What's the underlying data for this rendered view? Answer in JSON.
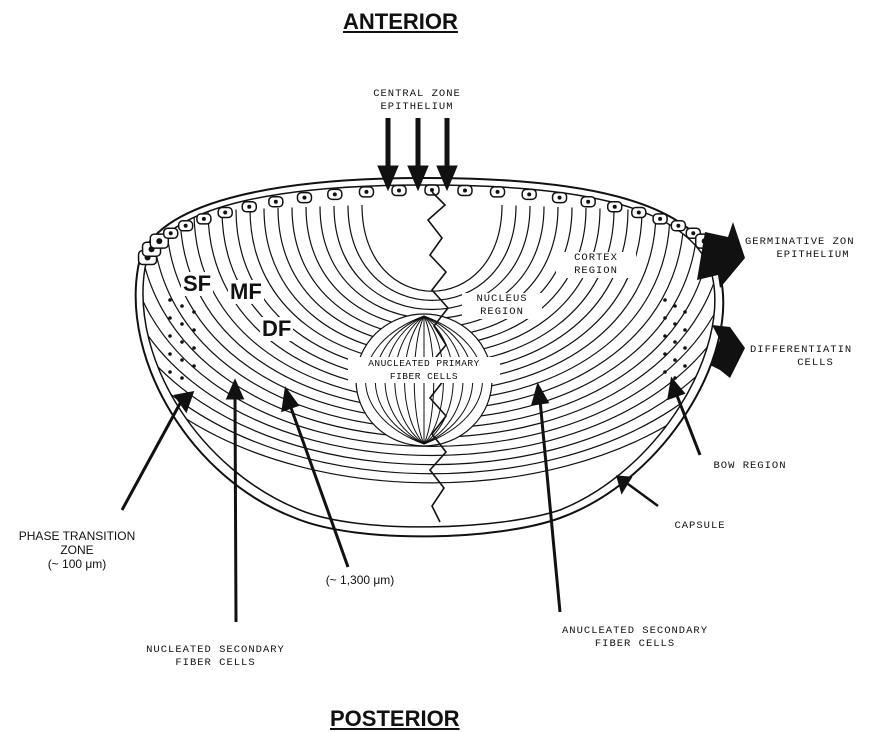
{
  "headings": {
    "top": "ANTERIOR",
    "bottom": "POSTERIOR"
  },
  "regions": {
    "sf": "SF",
    "mf": "MF",
    "df": "DF"
  },
  "labels": {
    "central_zone": [
      "CENTRAL ZONE",
      "EPITHELIUM"
    ],
    "germinative": [
      "GERMINATIVE ZON",
      "EPITHELIUM"
    ],
    "cortex": [
      "CORTEX",
      "REGION"
    ],
    "nucleus": [
      "NUCLEUS",
      "REGION"
    ],
    "anucleated_primary": [
      "ANUCLEATED PRIMARY",
      "FIBER CELLS"
    ],
    "differentiating": [
      "DIFFERENTIATIN",
      "CELLS"
    ],
    "bow": "BOW REGION",
    "capsule": "CAPSULE",
    "phase_transition": [
      "PHASE TRANSITION",
      "ZONE",
      "(~ 100 μm)"
    ],
    "df_size": "(~ 1,300 μm)",
    "nucleated_secondary": [
      "NUCLEATED SECONDARY",
      "FIBER CELLS"
    ],
    "anucleated_secondary": [
      "ANUCLEATED SECONDARY",
      "FIBER CELLS"
    ]
  }
}
